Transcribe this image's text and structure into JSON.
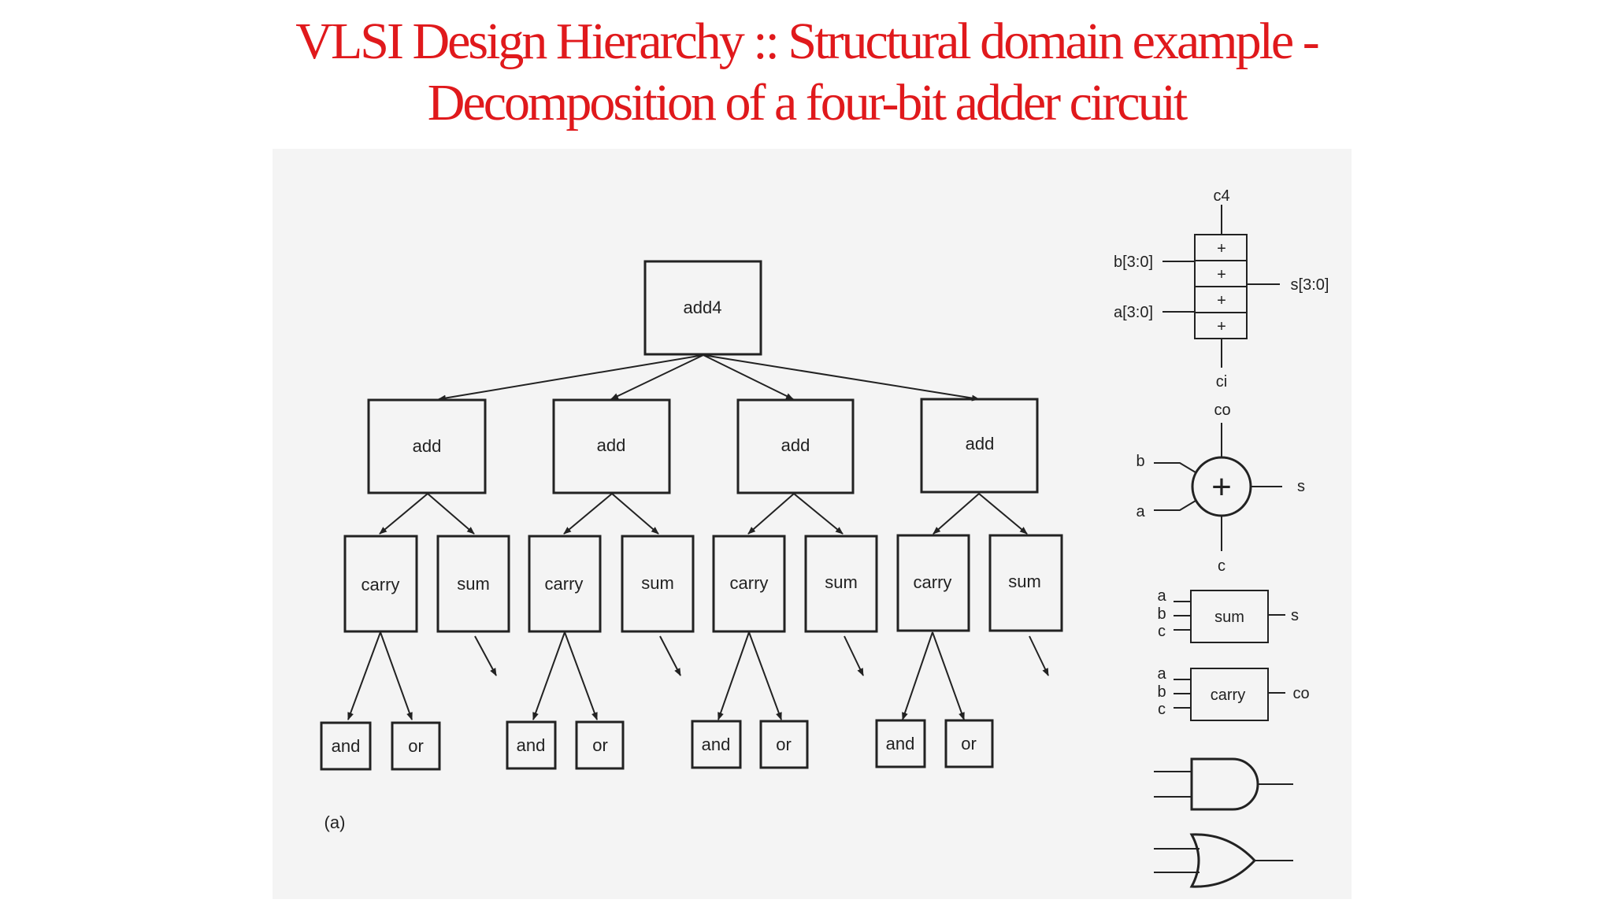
{
  "slide": {
    "title_line1": "VLSI Design Hierarchy :: Structural domain example -",
    "title_line2": "Decomposition of a four-bit adder circuit"
  },
  "tree": {
    "root": "add4",
    "adder": "add",
    "carry": "carry",
    "sum": "sum",
    "and": "and",
    "or": "or",
    "caption": "(a)"
  },
  "symbols": {
    "c4": "c4",
    "b_bus": "b[3:0]",
    "a_bus": "a[3:0]",
    "s_bus": "s[3:0]",
    "ci": "ci",
    "plus": "+",
    "co": "co",
    "b": "b",
    "a": "a",
    "s": "s",
    "c": "c",
    "sum_box": "sum",
    "carry_box": "carry",
    "sum_in_a": "a",
    "sum_in_b": "b",
    "sum_in_c": "c",
    "sum_out": "s",
    "carry_in_a": "a",
    "carry_in_b": "b",
    "carry_in_c": "c",
    "carry_out": "co"
  }
}
